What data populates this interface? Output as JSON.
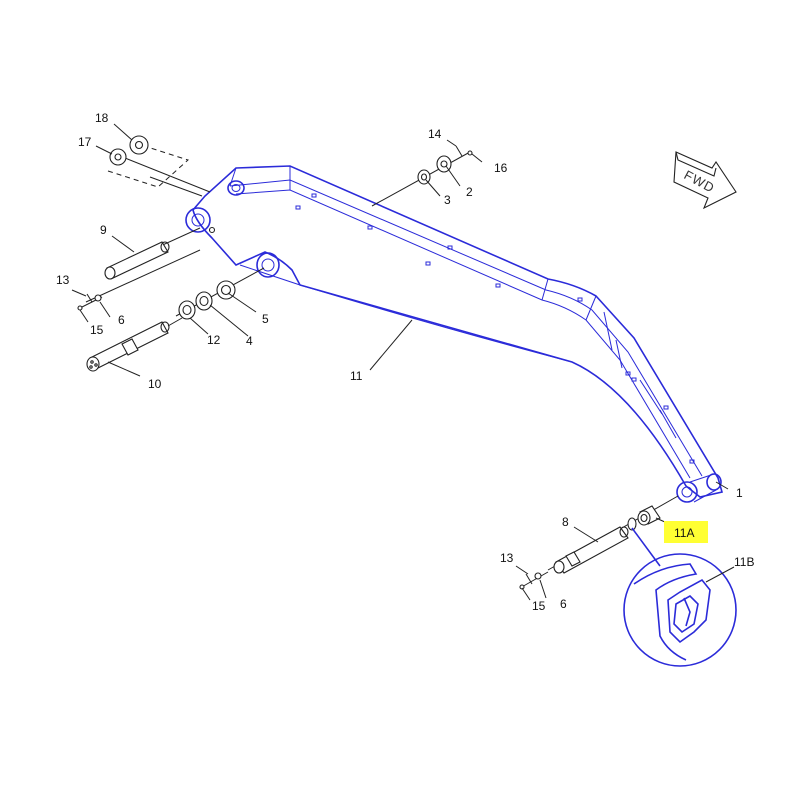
{
  "labels": {
    "l1": "1",
    "l2": "2",
    "l3": "3",
    "l4": "4",
    "l5": "5",
    "l6a": "6",
    "l6b": "6",
    "l8": "8",
    "l9": "9",
    "l10": "10",
    "l11": "11",
    "l11A": "11A",
    "l11B": "11B",
    "l12": "12",
    "l13a": "13",
    "l13b": "13",
    "l14": "14",
    "l15a": "15",
    "l15b": "15",
    "l16": "16",
    "l17": "17",
    "l18": "18"
  },
  "fwd_label": "FWD",
  "colors": {
    "boom_outline": "#2b2bd9",
    "highlight": "#ffff33",
    "linework": "#222222"
  }
}
